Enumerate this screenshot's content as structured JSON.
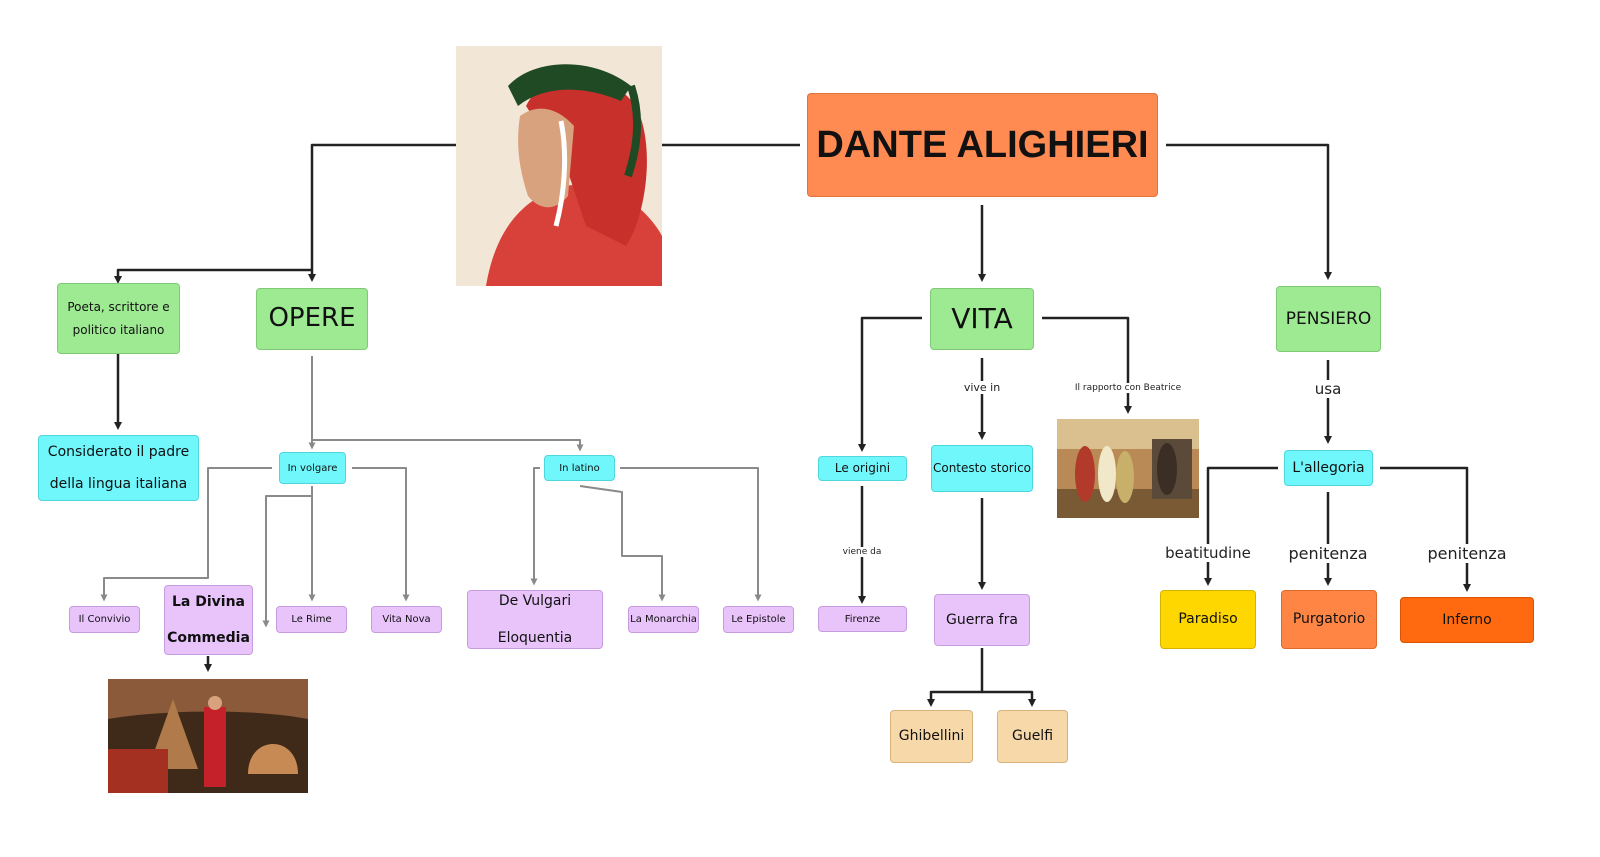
{
  "map": {
    "root": "DANTE ALIGHIERI",
    "poeta": "Poeta, scrittore e politico italiano",
    "padre": "Considerato il padre della lingua italiana",
    "opere": "OPERE",
    "vita": "VITA",
    "pensiero": "PENSIERO",
    "in_volgare": "In volgare",
    "in_latino": "In latino",
    "convivio": "Il Convivio",
    "divina": "La Divina Commedia",
    "rime": "Le Rime",
    "vita_nova": "Vita Nova",
    "de_vulgari": "De Vulgari Eloquentia",
    "monarchia": "La Monarchia",
    "epistole": "Le Epistole",
    "origini": "Le origini",
    "firenze": "Firenze",
    "contesto": "Contesto storico",
    "guerra": "Guerra fra",
    "ghibellini": "Ghibellini",
    "guelfi": "Guelfi",
    "allegoria": "L'allegoria",
    "paradiso": "Paradiso",
    "purgatorio": "Purgatorio",
    "inferno": "Inferno"
  },
  "links": {
    "vive_in": "vive in",
    "rapporto": "Il rapporto con Beatrice",
    "viene_da": "viene da",
    "usa": "usa",
    "beatitudine": "beatitudine",
    "penitenza_1": "penitenza",
    "penitenza_2": "penitenza"
  },
  "colors": {
    "root": "#ff8a52",
    "green": "#9eea93",
    "cyan": "#6ff7fb",
    "purple": "#e9c4fb",
    "tan": "#f6d8a9",
    "paradiso": "#ffd700",
    "purgatorio": "#ff8545",
    "inferno": "#ff6a10",
    "line_dark": "#222222",
    "line_grey": "#8a8a8a"
  },
  "images": {
    "portrait": "dante-portrait-painting",
    "beatrice": "dante-and-beatrice-painting",
    "commedia": "divina-commedia-fresco"
  }
}
